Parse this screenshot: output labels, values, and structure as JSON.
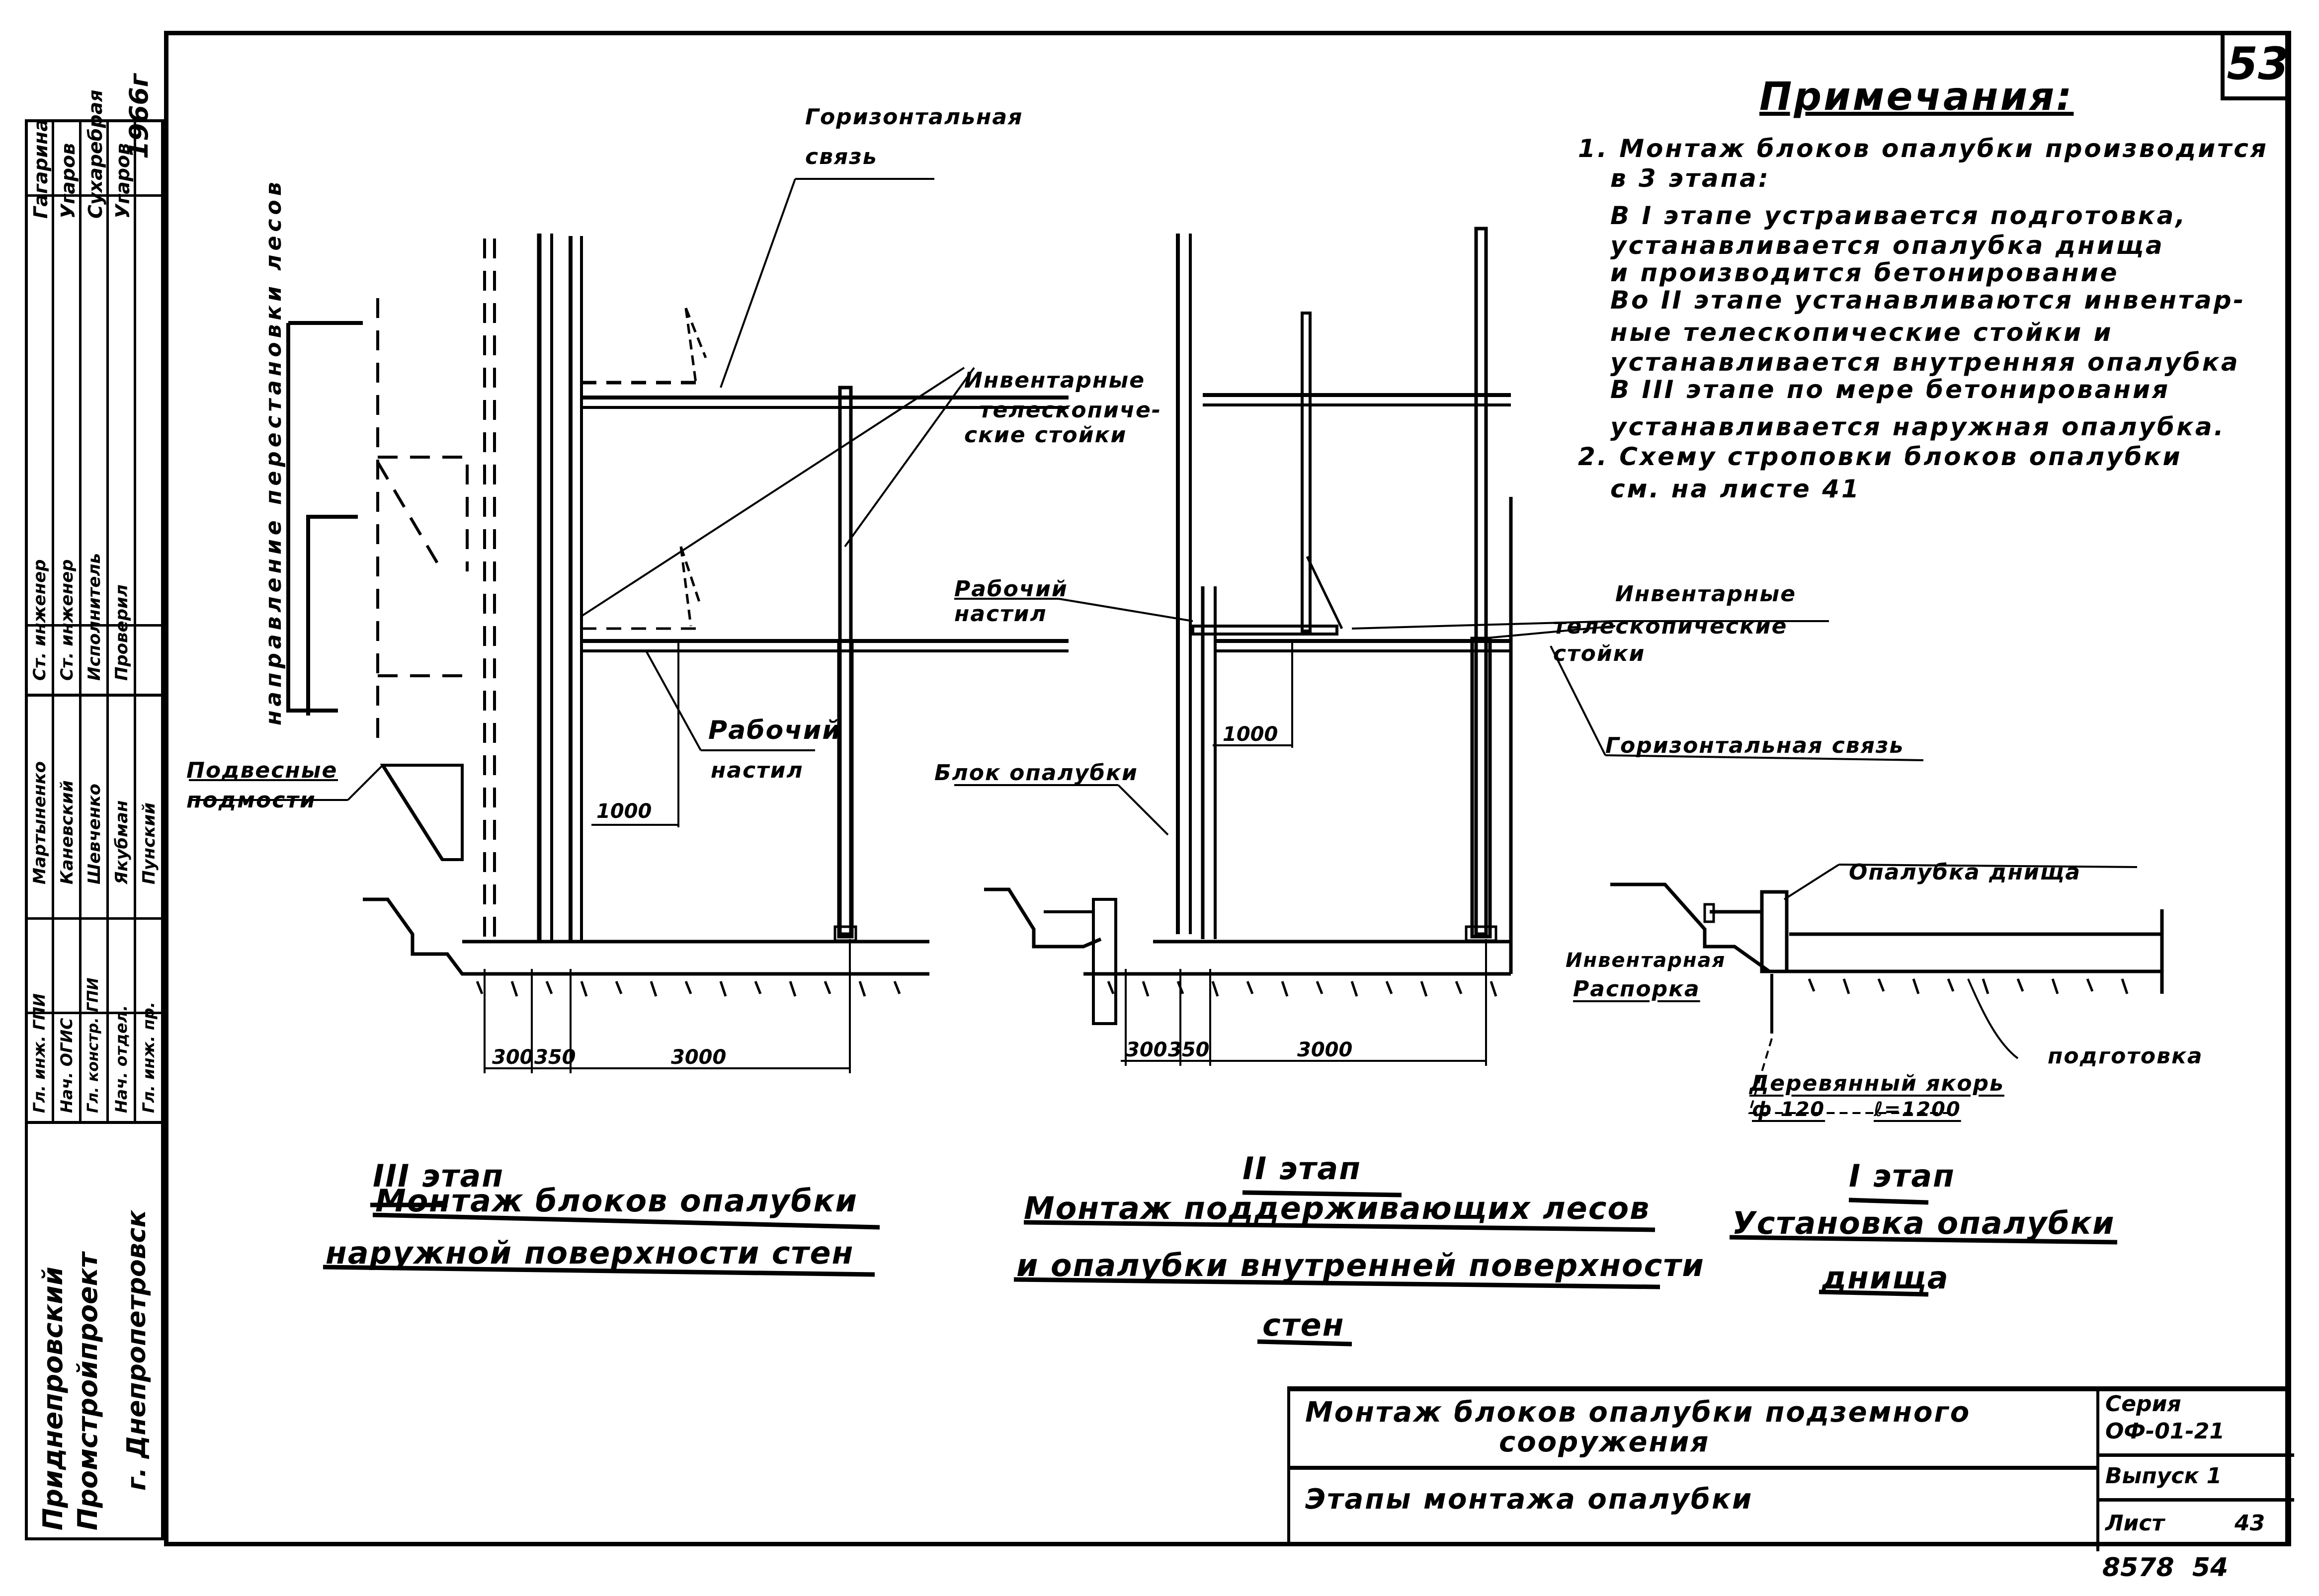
{
  "sheet": {
    "page_number": "53",
    "year": "1966г",
    "archive_number": "8578  54"
  },
  "notes": {
    "title": "Примечания:",
    "lines": [
      "1. Монтаж блоков опалубки производится",
      "в 3 этапа:",
      "В I этапе устраивается подготовка,",
      "устанавливается опалубка днища",
      "и производится бетонирование",
      "Во II этапе устанавливаются инвентар-",
      "ные телескопические стойки и",
      "устанавливается внутренняя опалубка",
      "В III этапе по мере бетонирования",
      "устанавливается наружная опалубка.",
      "2. Схему строповки блоков опалубки",
      "см. на листе 41"
    ]
  },
  "stage3": {
    "number": "III этап",
    "caption_line1": "Монтаж блоков опалубки",
    "caption_line2": "наружной поверхности стен",
    "labels": {
      "horizontal_tie": "Горизонтальная связь",
      "telescopic_props": "Инвентарные телескопиче-ские стойки",
      "telescopic_props_l1": "Инвентарные",
      "telescopic_props_l2": "телескопиче-",
      "telescopic_props_l3": "ские стойки",
      "working_deck_l1": "Рабочий",
      "working_deck_l2": "настил",
      "hanging_scaffold_l1": "Подвесные",
      "hanging_scaffold_l2": "подмости",
      "scaffold_direction": "направление перестановки лесов",
      "horizontal_tie_l1": "Горизонтальная",
      "horizontal_tie_l2": "связь"
    },
    "dimensions": {
      "d1": "300",
      "d2": "350",
      "d3": "3000",
      "deck_height": "1000"
    }
  },
  "stage2": {
    "number": "II этап",
    "caption_line1": "Монтаж поддерживающих лесов",
    "caption_line2": "и опалубки внутренней поверхности",
    "caption_line3": "стен",
    "labels": {
      "working_deck_l1": "Рабочий",
      "working_deck_l2": "настил",
      "formwork_block": "Блок опалубки",
      "telescopic_props_l1": "Инвентарные",
      "telescopic_props_l2": "телескопические",
      "telescopic_props_l3": "стойки",
      "horizontal_tie": "Горизонтальная связь"
    },
    "dimensions": {
      "d1": "300",
      "d2": "350",
      "d3": "3000",
      "deck_height": "1000"
    }
  },
  "stage1": {
    "number": "I этап",
    "caption_line1": "Установка опалубки",
    "caption_line2": "днища",
    "labels": {
      "bottom_formwork": "Опалубка днища",
      "strut_l1": "Инвентарная",
      "strut_l2": "Распорка",
      "preparation": "подготовка",
      "anchor_l1": "Деревянный якорь",
      "anchor_dia": "ф 120",
      "anchor_len": "ℓ=1200"
    }
  },
  "title_block": {
    "title_line1": "Монтаж блоков опалубки подземного",
    "title_line2": "сооружения",
    "subtitle": "Этапы монтажа опалубки",
    "series_label": "Серия",
    "series_value": "ОФ-01-21",
    "issue": "Выпуск 1",
    "sheet_label": "Лист",
    "sheet_value": "43"
  },
  "signature_strip": {
    "upper_roles": [
      "Ст. инженер",
      "Ст. инженер",
      "Исполнитель",
      "Проверил"
    ],
    "upper_names": [
      "Гагарина",
      "Угаров",
      "Сухаребрая",
      "Угаров"
    ],
    "lower_roles": [
      "Гл. инж. ГПИ",
      "Нач. ОГИС",
      "Гл. констр. ГПИ",
      "Нач. отдел.",
      "Гл. инж. пр."
    ],
    "lower_names": [
      "Мартыненко",
      "Каневский",
      "Шевченко",
      "Якубман",
      "Пунский"
    ],
    "organization_l1": "Приднепровский",
    "organization_l2": "Промстройпроект",
    "organization_l3": "г. Днепропетровск"
  }
}
